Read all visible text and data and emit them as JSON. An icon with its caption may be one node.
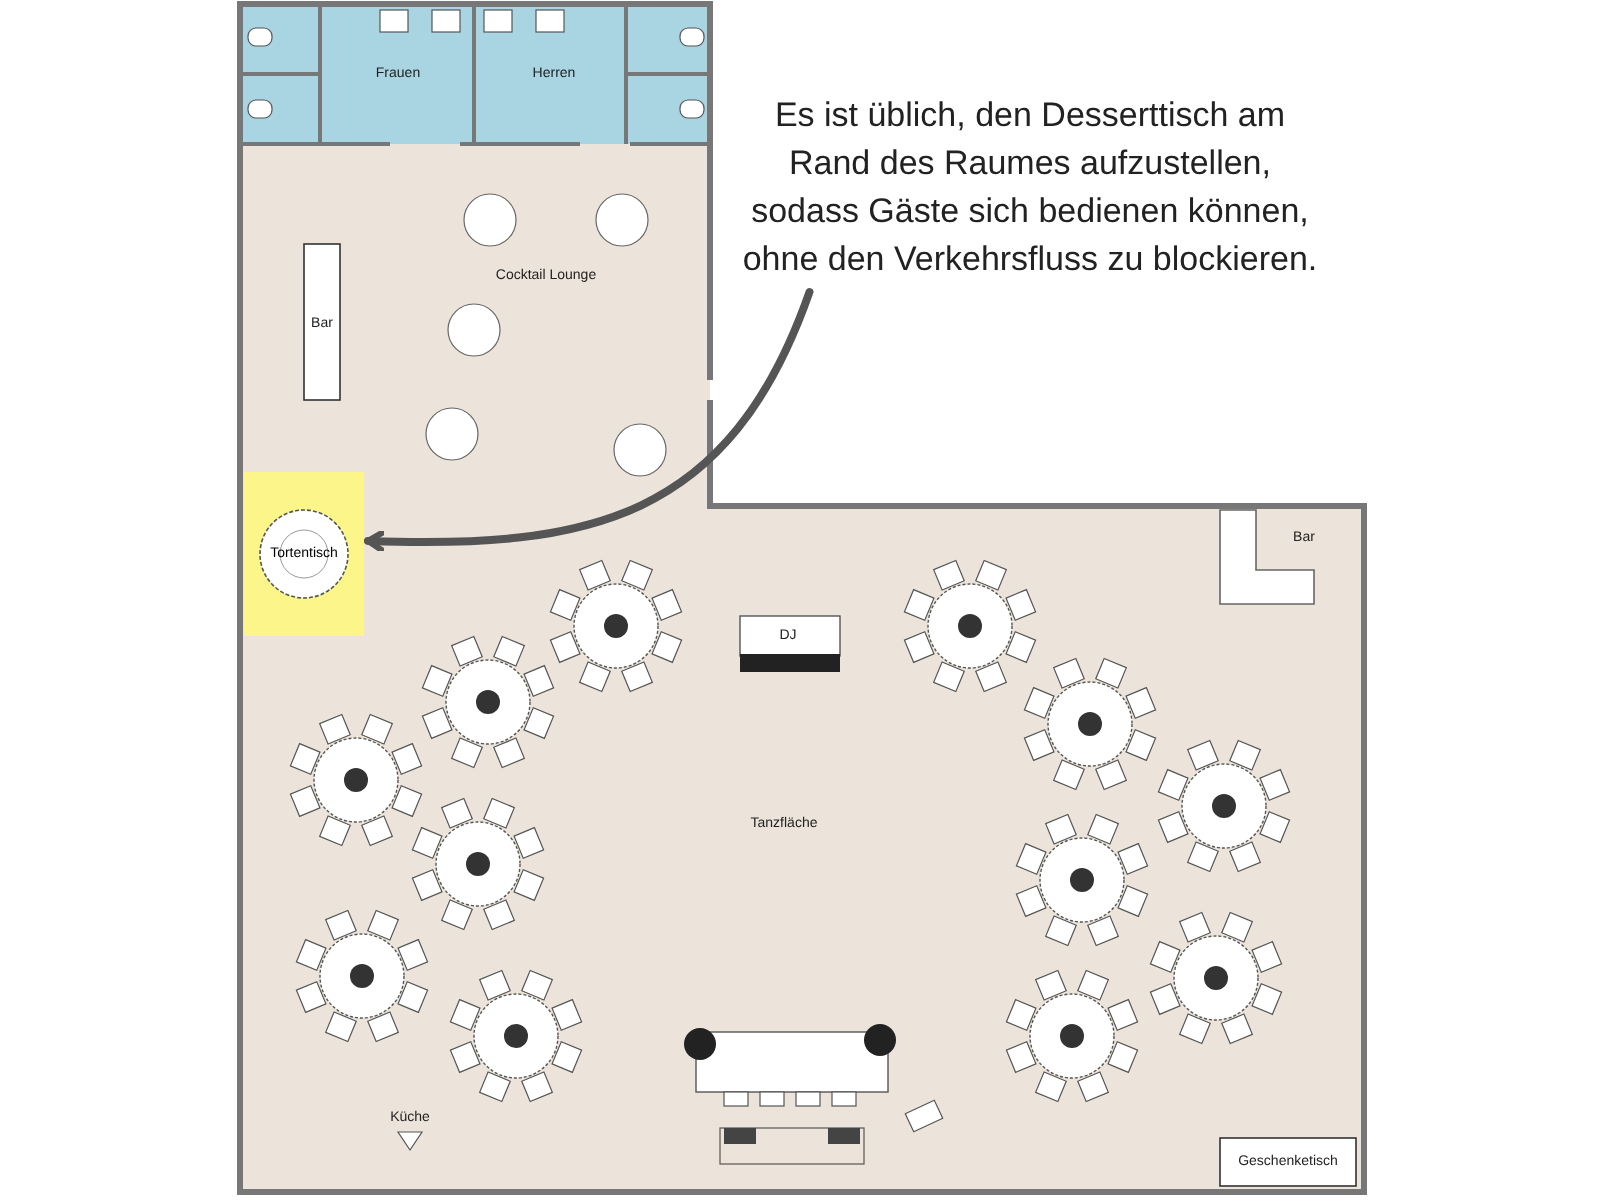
{
  "diagram": {
    "nodes": [
      {
        "text": [
          "Es ist üblich, den Desserttisch am Rand des Raumes aufzustellen, sodass Gäste sich bedienen können, ohne den Verkehrsfluss zu blockieren."
        ]
      },
      {
        "text": [
          "Tortentisch"
        ]
      }
    ],
    "edges": [
      {
        "from": 0,
        "to": 1,
        "arrow": "to"
      }
    ],
    "labels": [
      "Frauen",
      "Herren",
      "Cocktail Lounge",
      "Bar",
      "DJ",
      "Bar",
      "Tanzfläche",
      "Küche",
      "Geschenketisch"
    ]
  }
}
